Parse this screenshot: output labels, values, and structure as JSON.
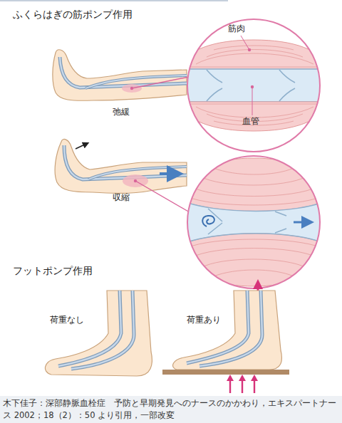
{
  "diagram": {
    "caption": "木下佳子：深部静脈血栓症　予防と早期発見へのナースのかかわり，エキスパートナース 2002；18（2）：50 より引用，一部改変",
    "labels": [
      "ふくらはぎの筋ポンプ作用",
      "筋肉",
      "血管",
      "弛緩",
      "収縮",
      "フットポンプ作用",
      "荷重なし",
      "荷重あり"
    ]
  }
}
